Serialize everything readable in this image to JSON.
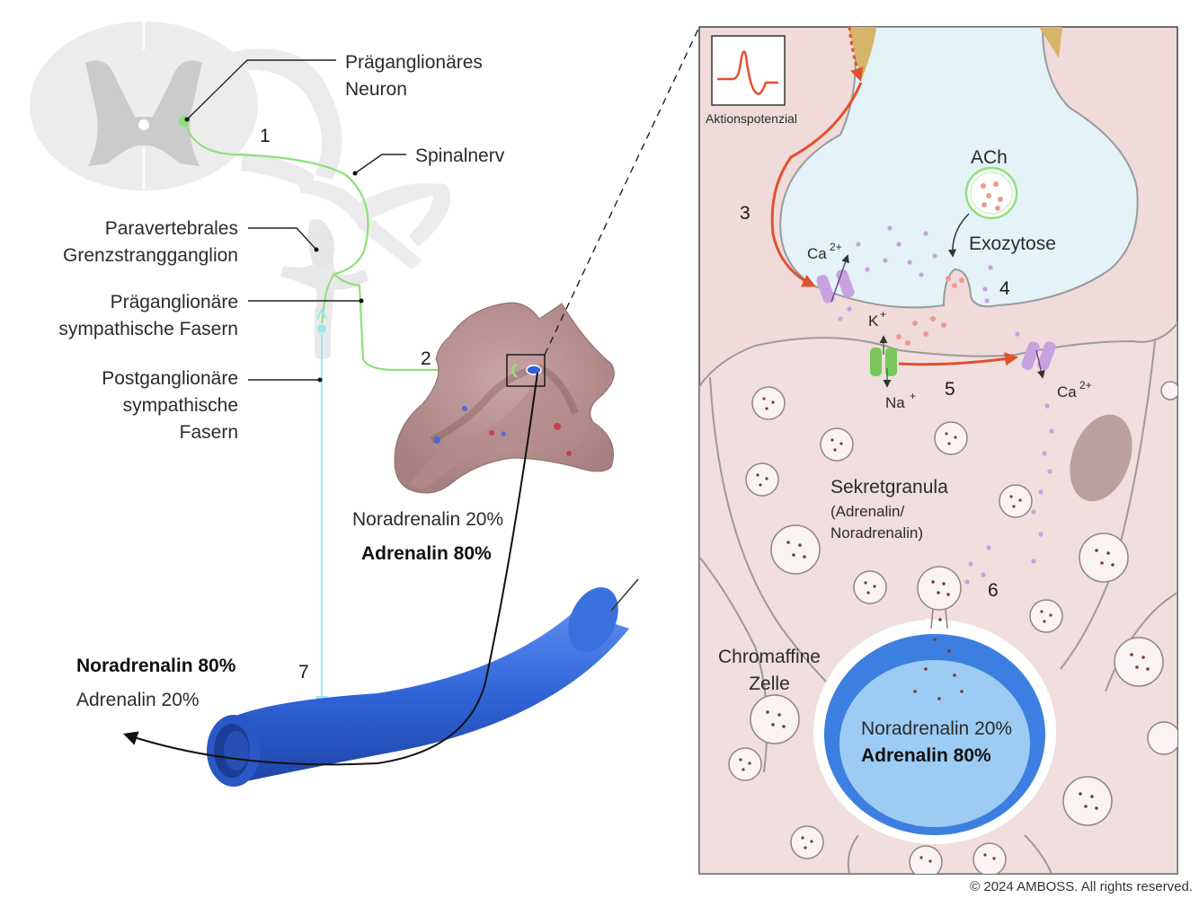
{
  "labels": {
    "preganglionic_neuron": [
      "Präganglionäres",
      "Neuron"
    ],
    "spinal_nerve": "Spinalnerv",
    "paravertebral_ganglion": [
      "Paravertebrales",
      "Grenzstrangganglion"
    ],
    "preganglionic_fibers": [
      "Präganglionäre",
      "sympathische Fasern"
    ],
    "postganglionic_fibers": [
      "Postganglionäre",
      "sympathische",
      "Fasern"
    ],
    "action_potential": "Aktionspotenzial",
    "ach": "ACh",
    "exocytosis": "Exozytose",
    "ca": "Ca",
    "ca_charge": "2+",
    "k": "K",
    "na": "Na",
    "ion_plus": "+",
    "secretory_granules": [
      "Sekretgranula",
      "(Adrenalin/",
      "Noradrenalin)"
    ],
    "chromaffin_cell": [
      "Chromaffine",
      "Zelle"
    ],
    "copyright": "© 2024 AMBOSS. All rights reserved."
  },
  "steps": [
    "1",
    "2",
    "3",
    "4",
    "5",
    "6",
    "7"
  ],
  "adrenal_output": {
    "noradrenalin": "Noradrenalin 20%",
    "adrenalin": "Adrenalin 80%"
  },
  "vessel_output": {
    "noradrenalin": "Noradrenalin 20%",
    "adrenalin": "Adrenalin 80%"
  },
  "sympathetic_output": {
    "noradrenalin": "Noradrenalin 80%",
    "adrenalin": "Adrenalin 20%"
  },
  "colors": {
    "neuron_green": "#8ee07a",
    "postganglionic_blue": "#9fe3f2",
    "action_potential_red": "#e0512e",
    "vessel_blue": "#2f63d6",
    "cell_pink": "#f1dede",
    "synapse_blue": "#e3f3f8"
  }
}
